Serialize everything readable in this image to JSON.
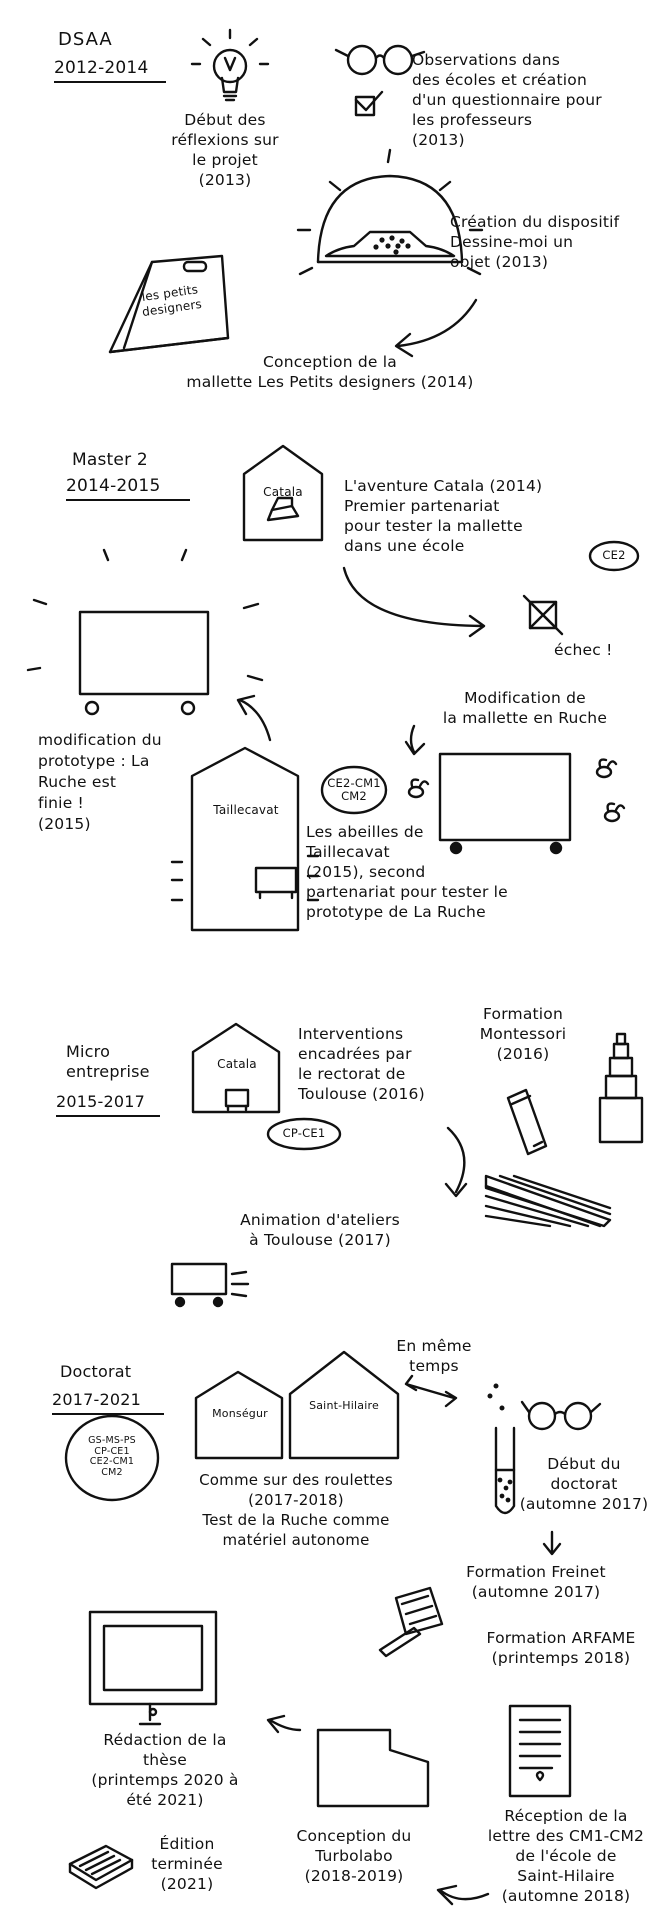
{
  "sections": {
    "dsaa": {
      "title": "DSAA",
      "years": "2012-2014"
    },
    "master": {
      "title": "Master 2",
      "years": "2014-2015"
    },
    "micro": {
      "title": "Micro\nentreprise",
      "years": "2015-2017"
    },
    "doctorat": {
      "title": "Doctorat",
      "years": "2017-2021"
    }
  },
  "dsaa_items": {
    "reflexion": "Début des\nréflexions sur\nle projet\n(2013)",
    "observations": "Observations dans\ndes écoles et création\nd'un questionnaire pour\nles professeurs\n(2013)",
    "dispositif": "Création du dispositif\nDessine-moi un\nobjet (2013)",
    "mallette_label": "les petits\ndesigners",
    "mallette": "Conception de la\nmallette Les Petits designers (2014)"
  },
  "master_items": {
    "catala_label": "Catala",
    "catala": "L'aventure Catala (2014)\nPremier partenariat\npour tester la mallette\ndans une école",
    "ce2": "CE2",
    "echec": "échec !",
    "ruche_finie": "modification du\nprototype : La\nRuche est\nfinie !\n(2015)",
    "modification": "Modification de\nla mallette en Ruche",
    "taillecavat_label": "Taillecavat",
    "taillecavat_tag": "CE2-CM1\nCM2",
    "abeilles": "Les abeilles de\nTaillecavat\n(2015), second\npartenariat pour tester le\nprototype de La Ruche"
  },
  "micro_items": {
    "catala_label": "Catala",
    "interventions": "Interventions\nencadrées par\nle rectorat de\nToulouse (2016)",
    "cp_ce1": "CP-CE1",
    "montessori": "Formation\nMontessori\n(2016)",
    "animation": "Animation d'ateliers\nà Toulouse (2017)"
  },
  "doctorat_items": {
    "meme_temps": "En même\ntemps",
    "monsegur_label": "Monségur",
    "sainthilaire_label": "Saint-Hilaire",
    "levels_tag": "GS-MS-PS\nCP-CE1\nCE2-CM1\nCM2",
    "roulettes": "Comme sur des roulettes\n(2017-2018)\nTest de la Ruche comme\nmatériel autonome",
    "debut_doctorat": "Début du\ndoctorat\n(automne 2017)",
    "freinet": "Formation Freinet\n(automne 2017)",
    "arfame": "Formation ARFAME\n(printemps 2018)",
    "redaction": "Rédaction de la\nthèse\n(printemps 2020 à\nété 2021)",
    "edition": "Édition\nterminée\n(2021)",
    "turbolabo": "Conception du\nTurbolabo\n(2018-2019)",
    "reception": "Réception de la\nlettre des CM1-CM2\nde l'école de\nSaint-Hilaire\n(automne 2018)"
  }
}
